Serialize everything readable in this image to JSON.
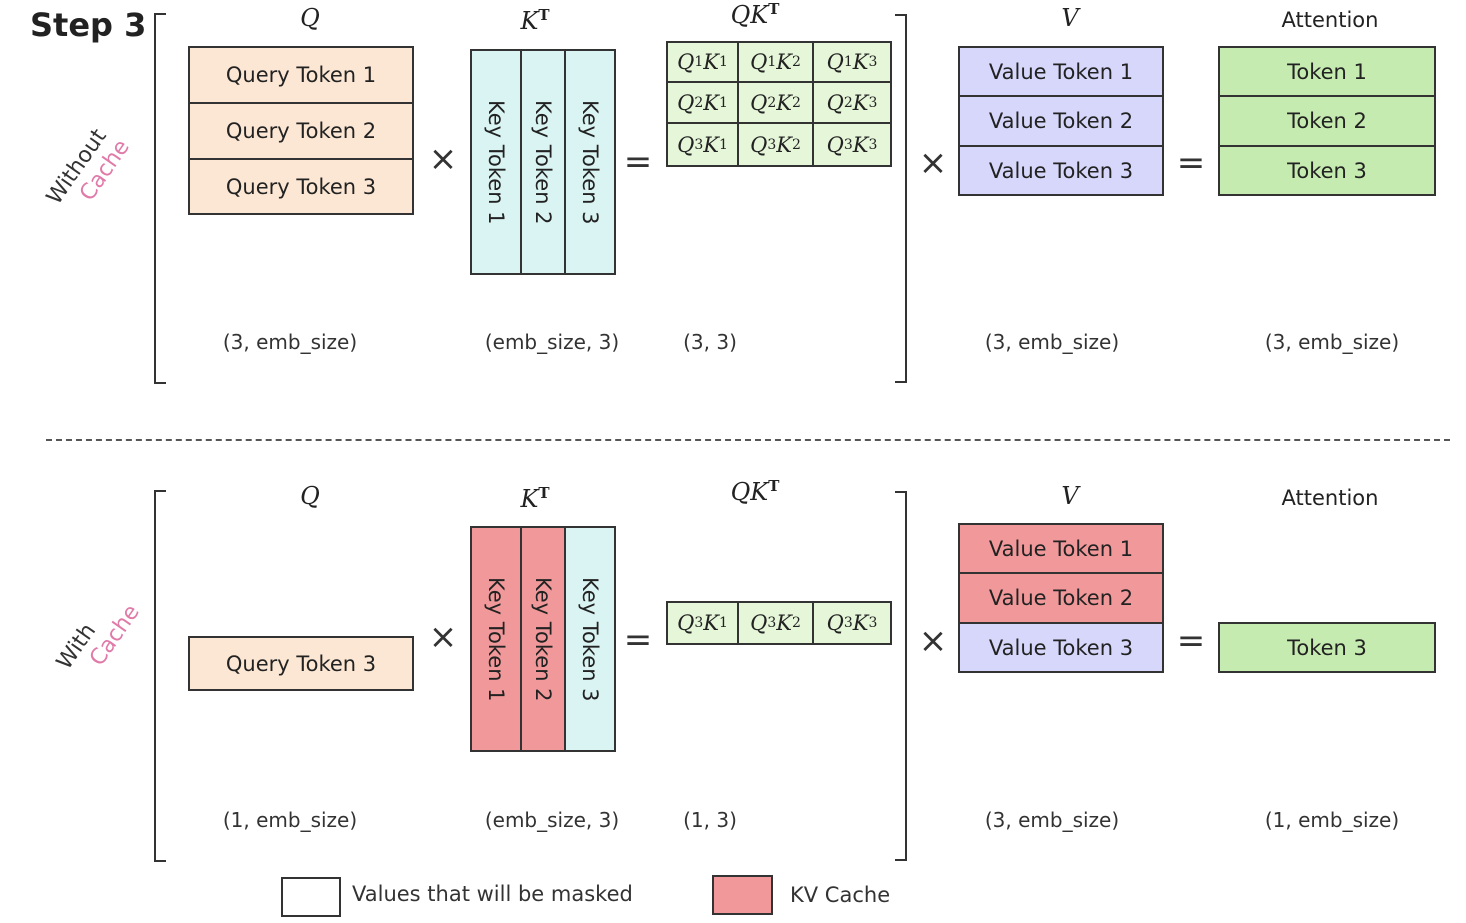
{
  "step_title": "Step 3",
  "rows": {
    "top": {
      "label1": "Without",
      "label2": "Cache"
    },
    "bottom": {
      "label1": "With",
      "label2": "Cache"
    }
  },
  "labels": {
    "q": "Q",
    "kt": "K",
    "kt_sup": "T",
    "qkt": "QK",
    "qkt_sup": "T",
    "v": "V",
    "attention": "Attention"
  },
  "top": {
    "q_tokens": [
      "Query Token 1",
      "Query Token 2",
      "Query Token 3"
    ],
    "k_tokens": [
      "Key Token 1",
      "Key Token 2",
      "Key Token 3"
    ],
    "scores": [
      [
        "Q1K1",
        "Q1K2",
        "Q1K3"
      ],
      [
        "Q2K1",
        "Q2K2",
        "Q2K3"
      ],
      [
        "Q3K1",
        "Q3K2",
        "Q3K3"
      ]
    ],
    "v_tokens": [
      "Value Token 1",
      "Value Token 2",
      "Value Token 3"
    ],
    "attn_tokens": [
      "Token 1",
      "Token 2",
      "Token 3"
    ],
    "dims": {
      "q": "(3, emb_size)",
      "k": "(emb_size, 3)",
      "qk": "(3, 3)",
      "v": "(3, emb_size)",
      "attn": "(3, emb_size)"
    }
  },
  "bottom": {
    "q_tokens": [
      "Query Token 3"
    ],
    "k_tokens": [
      "Key Token 1",
      "Key Token 2",
      "Key Token 3"
    ],
    "scores": [
      [
        "Q3K1",
        "Q3K2",
        "Q3K3"
      ]
    ],
    "v_tokens": [
      "Value Token 1",
      "Value Token 2",
      "Value Token 3"
    ],
    "attn_tokens": [
      "Token 3"
    ],
    "dims": {
      "q": "(1, emb_size)",
      "k": "(emb_size, 3)",
      "qk": "(1, 3)",
      "v": "(3, emb_size)",
      "attn": "(1, emb_size)"
    }
  },
  "operators": {
    "times": "×",
    "equals": "="
  },
  "legend": {
    "masked": "Values that will be masked",
    "cache": "KV Cache"
  },
  "colors": {
    "query": "#fce7d4",
    "key": "#d9f4f2",
    "value": "#d6d7fb",
    "attention": "#c6ebb0",
    "score": "#e6f6d9",
    "kv_cache": "#f1999a",
    "cache_text": "#e07aa8"
  }
}
